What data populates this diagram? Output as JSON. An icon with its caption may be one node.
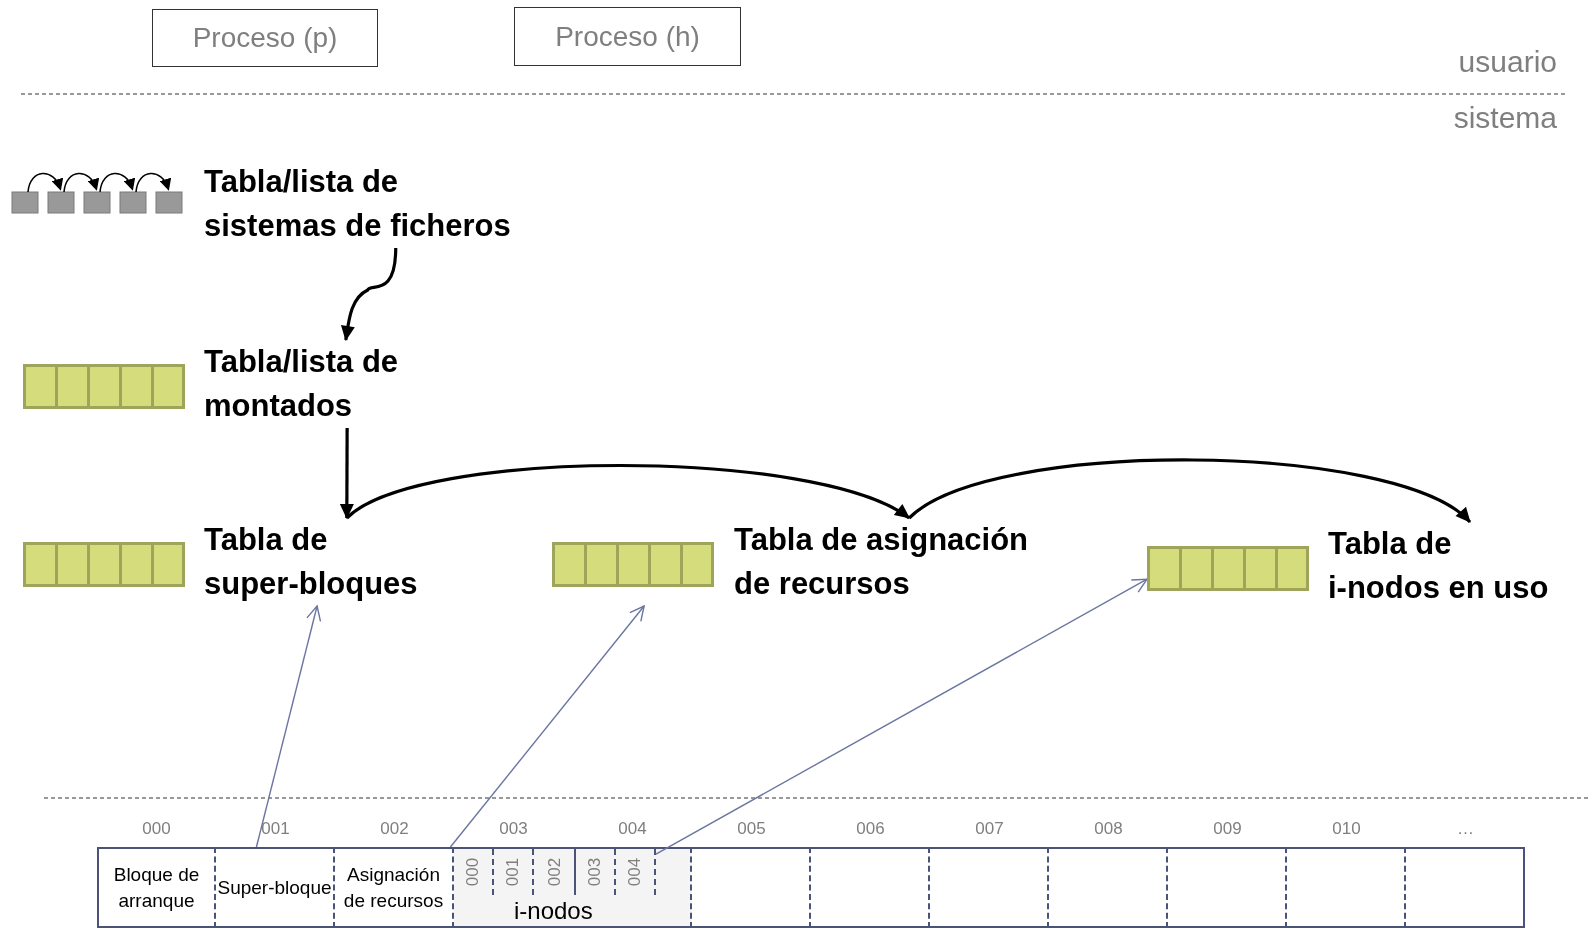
{
  "diagram": {
    "nodes": [
      {
        "text": [
          "Proceso (p)"
        ]
      },
      {
        "text": [
          "Proceso (h)"
        ]
      },
      {
        "text": [
          "Tabla/lista de sistemas de ficheros"
        ]
      },
      {
        "text": [
          "Tabla/lista de montados"
        ]
      },
      {
        "text": [
          "Tabla de super-bloques"
        ]
      },
      {
        "text": [
          "Tabla de asignación de recursos"
        ]
      },
      {
        "text": [
          "Tabla de i-nodos en uso"
        ]
      },
      {
        "text": [
          "Bloque de arranque"
        ]
      },
      {
        "text": [
          "Super-bloque"
        ]
      },
      {
        "text": [
          "Asignación de recursos"
        ]
      },
      {
        "text": [
          "i-nodos"
        ]
      },
      {
        "text": [
          "000"
        ],
        "in": 10
      },
      {
        "text": [
          "001"
        ],
        "in": 10
      },
      {
        "text": [
          "002"
        ],
        "in": 10
      },
      {
        "text": [
          "003"
        ],
        "in": 10
      },
      {
        "text": [
          "004"
        ],
        "in": 10
      },
      {
        "text": [],
        "shape": "box"
      },
      {
        "text": [],
        "shape": "box"
      },
      {
        "text": [],
        "shape": "box"
      },
      {
        "text": [],
        "shape": "box"
      },
      {
        "text": [],
        "shape": "box"
      },
      {
        "text": [],
        "shape": "box"
      },
      {
        "text": [],
        "shape": "box"
      }
    ],
    "edges": [
      {
        "from": 2,
        "to": 3,
        "arrow": "to"
      },
      {
        "from": 3,
        "to": 4,
        "arrow": "to"
      },
      {
        "from": 4,
        "to": 5,
        "arrow": "to"
      },
      {
        "from": 5,
        "to": 6,
        "arrow": "to"
      },
      {
        "from": 8,
        "to": 4,
        "arrow": "to",
        "color": "#6b76a0"
      },
      {
        "from": 9,
        "to": 5,
        "arrow": "to",
        "color": "#6b76a0"
      },
      {
        "from": 15,
        "to": 6,
        "arrow": "to",
        "color": "#6b76a0"
      }
    ],
    "labels": [
      "usuario",
      "sistema",
      "000",
      "001",
      "002",
      "003",
      "004",
      "005",
      "006",
      "007",
      "008",
      "009",
      "010",
      "…"
    ]
  }
}
